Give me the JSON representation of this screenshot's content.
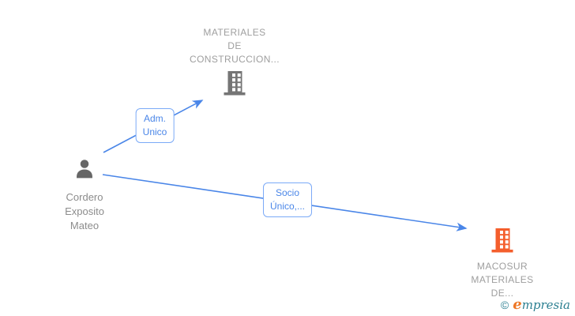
{
  "colors": {
    "edge": "#4a86e8",
    "label-border": "#7baaf7",
    "label-text": "#4a86e8",
    "gray-icon": "#757575",
    "orange-icon": "#f45e2c",
    "person-icon": "#666666",
    "gray-text": "#9e9e9e",
    "person-text": "#8c8c8c",
    "teal": "#2b7f91",
    "orange": "#ee7726"
  },
  "diagram": {
    "person": {
      "name_lines": [
        "Cordero",
        "Exposito",
        "Mateo"
      ]
    },
    "companies": [
      {
        "name_lines": [
          "MATERIALES",
          "DE",
          "CONSTRUCCION..."
        ],
        "icon": "building-icon",
        "icon_color": "#757575"
      },
      {
        "name_lines": [
          "MACOSUR",
          "MATERIALES",
          "DE..."
        ],
        "icon": "building-icon",
        "icon_color": "#f45e2c"
      }
    ],
    "edges": [
      {
        "label_lines": [
          "Adm.",
          "Unico"
        ]
      },
      {
        "label_lines": [
          "Socio",
          "Único,..."
        ]
      }
    ]
  },
  "watermark": {
    "copyright": "©",
    "brand_first_letter": "e",
    "brand_rest": "mpresia"
  }
}
